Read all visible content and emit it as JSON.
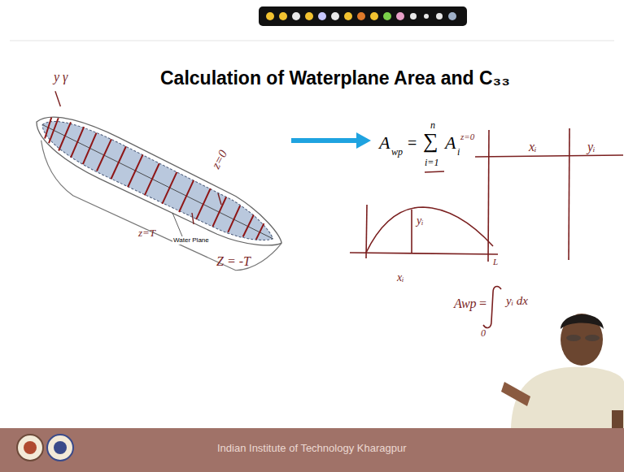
{
  "diagram": {
    "title": "Calculation of Waterplane Area and C₃₃",
    "labels": [
      "y γ",
      "z=0",
      "Water Plane",
      "z=T",
      "Z = -T",
      "A",
      "wp",
      "=",
      "n",
      "∑",
      "i=1",
      "A",
      "i",
      "z=0",
      "xᵢ",
      "yᵢ",
      "yᵢ",
      "xᵢ",
      "L",
      "Awp",
      "=",
      "yᵢ dx",
      "0",
      "Indian Institute of Technology Kharagpur"
    ]
  }
}
